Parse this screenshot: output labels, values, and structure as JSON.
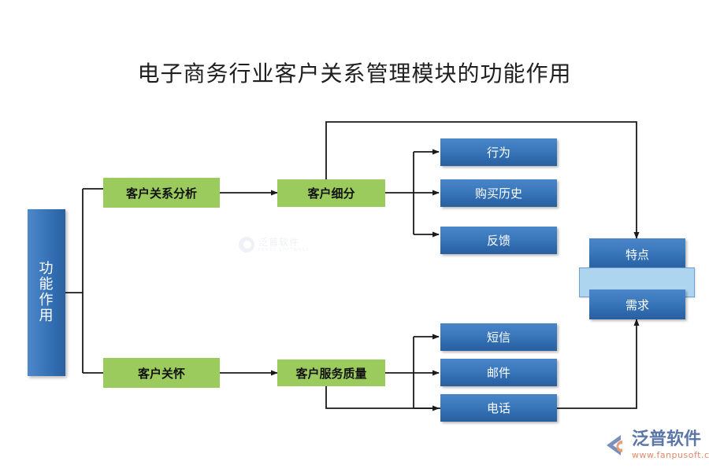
{
  "title": "电子商务行业客户关系管理模块的功能作用",
  "colors": {
    "green": "#9BCB5C",
    "blue_light": "#4a86c8",
    "blue_dark": "#2a5f9e",
    "pale_blue": "#ADD5F0",
    "line": "#1a1a1a",
    "title_text": "#1f1f1f"
  },
  "nodes": {
    "root": "功能作用",
    "root_chars": [
      "功",
      "能",
      "作",
      "用"
    ],
    "branch_top": "客户关系分析",
    "branch_bottom": "客户关怀",
    "stage_top": "客户细分",
    "stage_bottom": "客户服务质量",
    "top_leaves": [
      "行为",
      "购买历史",
      "反馈"
    ],
    "bottom_leaves": [
      "短信",
      "邮件",
      "电话"
    ],
    "right_top": "特点",
    "right_bottom": "需求",
    "right_middle": ""
  },
  "watermark": {
    "cn": "泛普软件",
    "en": "FANPU SOFTWARE"
  },
  "logo": {
    "cn": "泛普软件",
    "url": "www.fanpusoft.com"
  }
}
